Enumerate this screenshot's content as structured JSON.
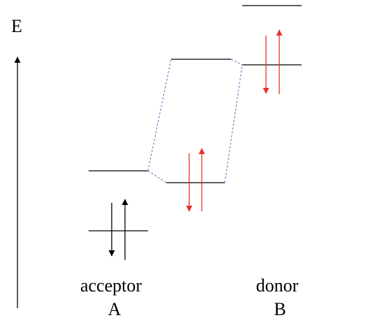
{
  "axis": {
    "label": "E"
  },
  "acceptor": {
    "name": "acceptor",
    "letter": "A"
  },
  "donor": {
    "name": "donor",
    "letter": "B"
  },
  "colors": {
    "level_line": "#000000",
    "connector": "#5b7fbf",
    "acceptor_electrons": "#000000",
    "complex_electrons": "#e8322a"
  }
}
